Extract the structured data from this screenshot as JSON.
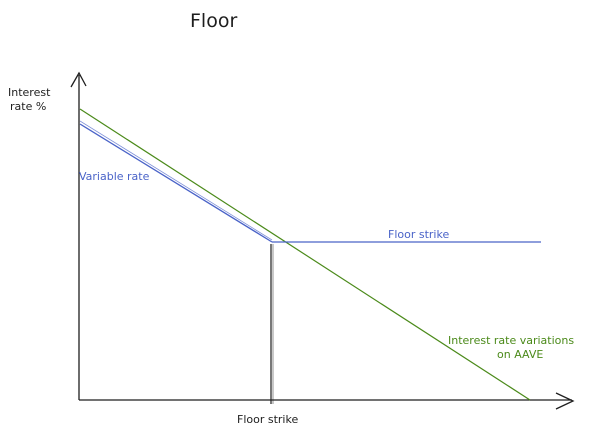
{
  "title": "Floor",
  "y_axis_label": [
    "Interest",
    "rate %"
  ],
  "x_tick_label": "Floor strike",
  "variable_rate_label": "Variable rate",
  "floor_strike_line_label": "Floor strike",
  "green_label": [
    "Interest rate variations",
    "on AAVE"
  ],
  "colors": {
    "variable_rate": "#4a63c8",
    "aave_rate": "#4b8a1a",
    "axis": "#1e1e1e"
  }
}
